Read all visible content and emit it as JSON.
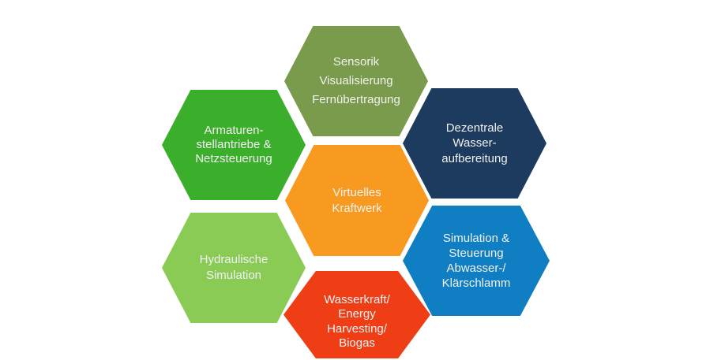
{
  "canvas": {
    "background": "#ffffff",
    "text_color": "#F2F2F2"
  },
  "diagram": {
    "title": "Honeycomb capability diagram (water / energy technology fields)",
    "hexagons": [
      {
        "name": "sensorik-visualisierung-fernuebertragung",
        "color": "#7A9A4C",
        "lines": [
          "Sensorik",
          "Visualisierung",
          "Fernübertragung"
        ]
      },
      {
        "name": "armaturenstellantriebe-netzsteuerung",
        "color": "#3BAE2B",
        "lines": [
          "Armaturen-",
          "stellantriebe &",
          "Netzsteuerung"
        ]
      },
      {
        "name": "dezentrale-wasseraufbereitung",
        "color": "#1D3A5F",
        "lines": [
          "Dezentrale",
          "Wasser-",
          "aufbereitung"
        ]
      },
      {
        "name": "virtuelles-kraftwerk",
        "color": "#F79A1F",
        "lines": [
          "Virtuelles",
          "Kraftwerk"
        ]
      },
      {
        "name": "hydraulische-simulation",
        "color": "#8ACB55",
        "lines": [
          "Hydraulische",
          "Simulation"
        ]
      },
      {
        "name": "simulation-steuerung-abwasser-klaerschlamm",
        "color": "#107EC3",
        "lines": [
          "Simulation &",
          "Steuerung",
          "Abwasser-/",
          "Klärschlamm"
        ]
      },
      {
        "name": "wasserkraft-energy-harvesting-biogas",
        "color": "#EF3D16",
        "lines": [
          "Wasserkraft/",
          "Energy",
          "Harvesting/",
          "Biogas"
        ]
      }
    ]
  }
}
